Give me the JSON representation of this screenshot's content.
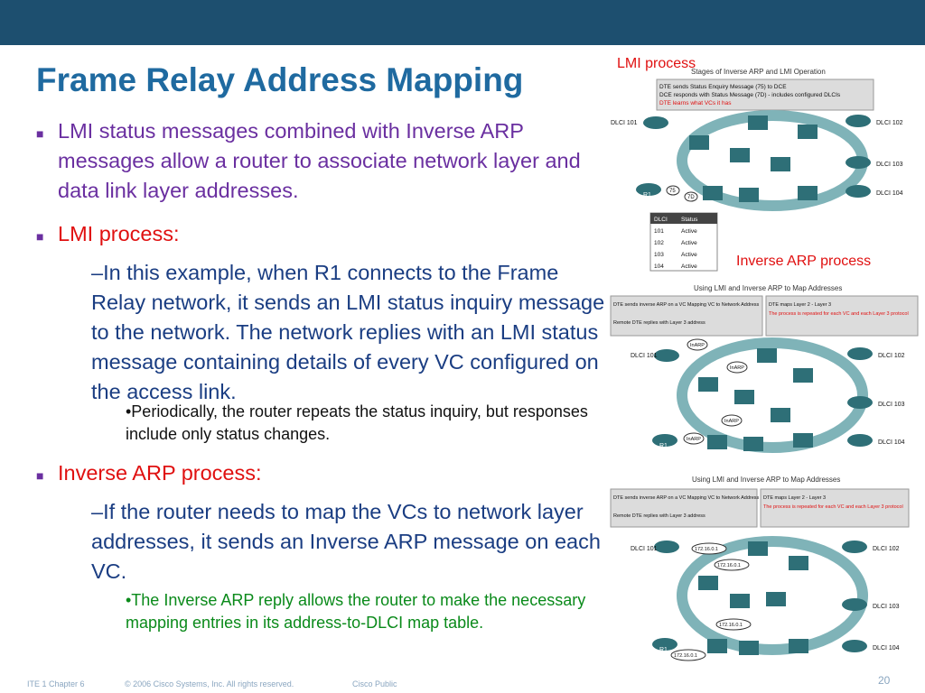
{
  "title": "Frame Relay Address Mapping",
  "body": {
    "b1": "LMI status messages combined with Inverse ARP messages allow a router to associate network layer and data link layer addresses.",
    "b2": "LMI process:",
    "b2_sub": "–In this example, when R1 connects to the Frame Relay network, it sends an LMI status inquiry message to the network. The network replies with an LMI status message containing details of every VC configured on the access link.",
    "b2_sub2": "•Periodically, the router repeats the status inquiry, but responses include only status changes.",
    "b3": "Inverse ARP process:",
    "b3_sub": "–If the router needs to map the VCs to network layer addresses, it sends an Inverse ARP message on each VC.",
    "b3_sub2": "•The Inverse ARP reply allows the router to make the necessary mapping entries in its address-to-DLCI map table."
  },
  "labels": {
    "lmi": "LMI process",
    "inarp": "Inverse ARP process"
  },
  "diagram1": {
    "title": "Stages of Inverse ARP and LMI Operation",
    "legend": [
      "DTE sends Status Enquiry Message (75) to DCE",
      "DCE responds with Status Message (7D) - includes configured DLCIs",
      "DTE learns what VCs it has"
    ],
    "dlci_local": "DLCI 101",
    "dlci_remote": [
      "DLCI 102",
      "DLCI 103",
      "DLCI 104"
    ],
    "router": "R1",
    "msg_a": "75",
    "msg_b": "7D",
    "table_headers": [
      "DLCI",
      "Status"
    ],
    "table_rows": [
      [
        "101",
        "Active"
      ],
      [
        "102",
        "Active"
      ],
      [
        "103",
        "Active"
      ],
      [
        "104",
        "Active"
      ]
    ]
  },
  "diagram2": {
    "title": "Using LMI and Inverse ARP to Map Addresses",
    "legend_left": [
      "DTE sends inverse ARP on a VC Mapping VC to Network Address",
      "Remote DTE replies with Layer 3 address"
    ],
    "legend_right": [
      "DTE maps Layer 2 - Layer 3",
      "The process is repeated for each VC and each Layer 3 protocol"
    ],
    "dlci_local": "DLCI 101",
    "dlci_remote": [
      "DLCI 102",
      "DLCI 103",
      "DLCI 104"
    ],
    "router": "R1",
    "inarp": "InARP"
  },
  "diagram3": {
    "title": "Using LMI and Inverse ARP to Map Addresses",
    "legend_left": [
      "DTE sends inverse ARP on a VC Mapping VC to Network Address",
      "Remote DTE replies with Layer 3 address"
    ],
    "legend_right": [
      "DTE maps Layer 2 - Layer 3",
      "The process is repeated for each VC and each Layer 3 protocol"
    ],
    "dlci_local": "DLCI 101",
    "dlci_remote": [
      "DLCI 102",
      "DLCI 103",
      "DLCI 104"
    ],
    "router": "R1",
    "addr": "172.16.0.1"
  },
  "footer": {
    "course": "ITE 1 Chapter 6",
    "copyright": "© 2006 Cisco Systems, Inc. All rights reserved.",
    "class": "Cisco Public",
    "page": "20"
  },
  "colors": {
    "topbar": "#1d4f6f",
    "title": "#1f6aa0",
    "purple": "#6a2fa0",
    "red": "#e01010",
    "green": "#0a8a1a",
    "cloud": "#7fb3b8",
    "device": "#2e6f77"
  }
}
